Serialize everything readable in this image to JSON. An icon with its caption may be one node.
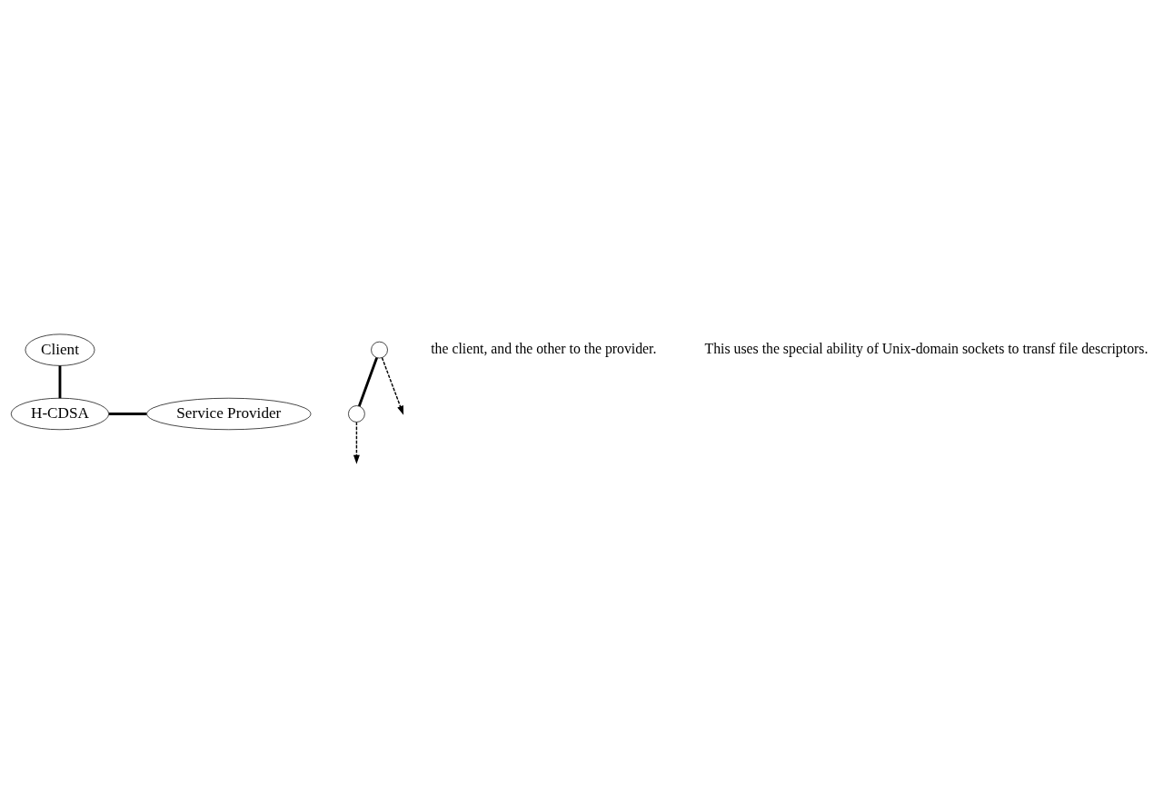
{
  "diagram": {
    "nodes": [
      {
        "text": [
          "Client"
        ]
      },
      {
        "text": [],
        "shape": "circle"
      },
      {
        "text": [],
        "shape": "circle"
      },
      {
        "text": [
          "H-CDSA"
        ]
      },
      {
        "text": [
          "Service Provider"
        ]
      }
    ],
    "edges": [
      {
        "from": 0,
        "to": 3,
        "arrow": "none"
      },
      {
        "from": 1,
        "to": null,
        "arrow": "to",
        "style": "dashed"
      },
      {
        "from": 1,
        "to": 2,
        "arrow": "none"
      },
      {
        "from": 2,
        "to": null,
        "arrow": "to",
        "style": "dashed"
      },
      {
        "from": 3,
        "to": 4,
        "arrow": "none"
      }
    ],
    "labels": [
      "the client, and the other to the provider.",
      "This uses the special ability of Unix-domain sockets to transf file descriptors."
    ]
  }
}
